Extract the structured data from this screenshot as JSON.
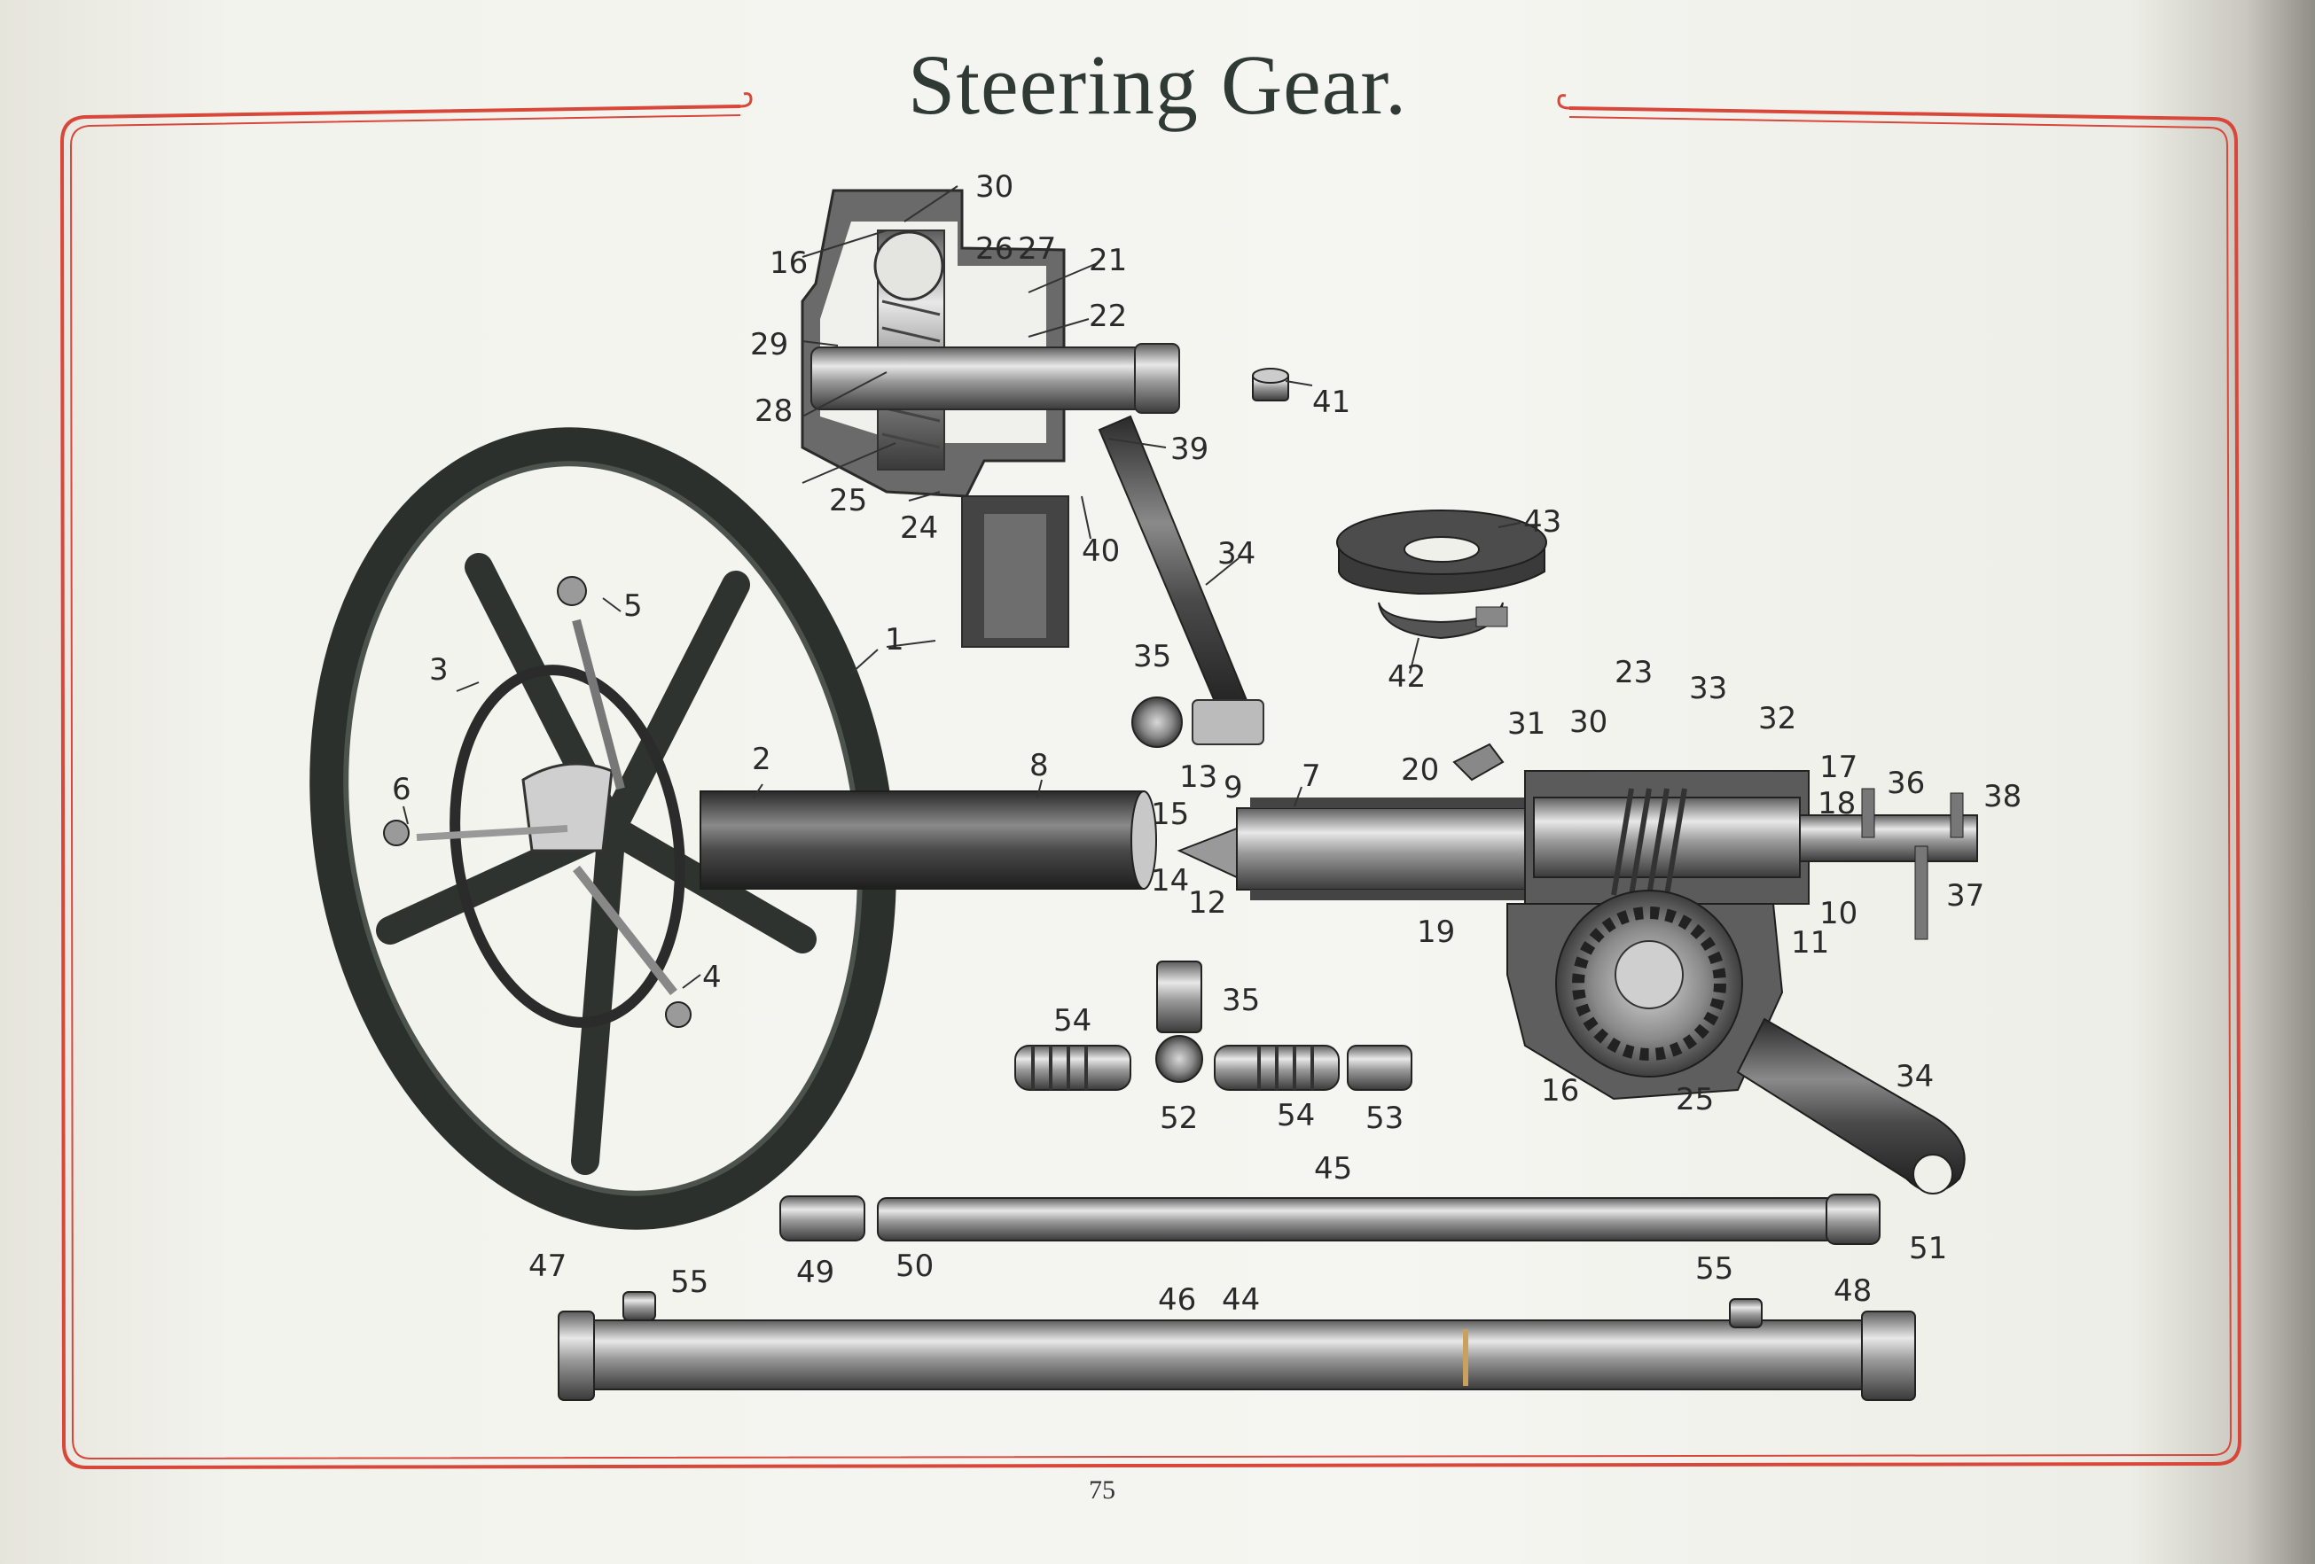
{
  "title": "Steering Gear.",
  "page_number": "75",
  "callouts": {
    "c1": "1",
    "c2": "2",
    "c3": "3",
    "c4": "4",
    "c5": "5",
    "c6": "6",
    "c7": "7",
    "c8": "8",
    "c9": "9",
    "c10": "10",
    "c11": "11",
    "c12": "12",
    "c13": "13",
    "c14": "14",
    "c15": "15",
    "c16a": "16",
    "c16b": "16",
    "c17": "17",
    "c18": "18",
    "c19": "19",
    "c20": "20",
    "c21": "21",
    "c22": "22",
    "c23": "23",
    "c24": "24",
    "c25a": "25",
    "c25b": "25",
    "c26": "26",
    "c27": "27",
    "c28": "28",
    "c29": "29",
    "c30a": "30",
    "c30b": "30",
    "c31": "31",
    "c32": "32",
    "c33": "33",
    "c34a": "34",
    "c34b": "34",
    "c35a": "35",
    "c35b": "35",
    "c36": "36",
    "c37": "37",
    "c38": "38",
    "c39": "39",
    "c40": "40",
    "c41": "41",
    "c42": "42",
    "c43": "43",
    "c44": "44",
    "c45": "45",
    "c46": "46",
    "c47": "47",
    "c48": "48",
    "c49": "49",
    "c50": "50",
    "c51": "51",
    "c52": "52",
    "c53": "53",
    "c54a": "54",
    "c54b": "54",
    "c55a": "55",
    "c55b": "55"
  }
}
